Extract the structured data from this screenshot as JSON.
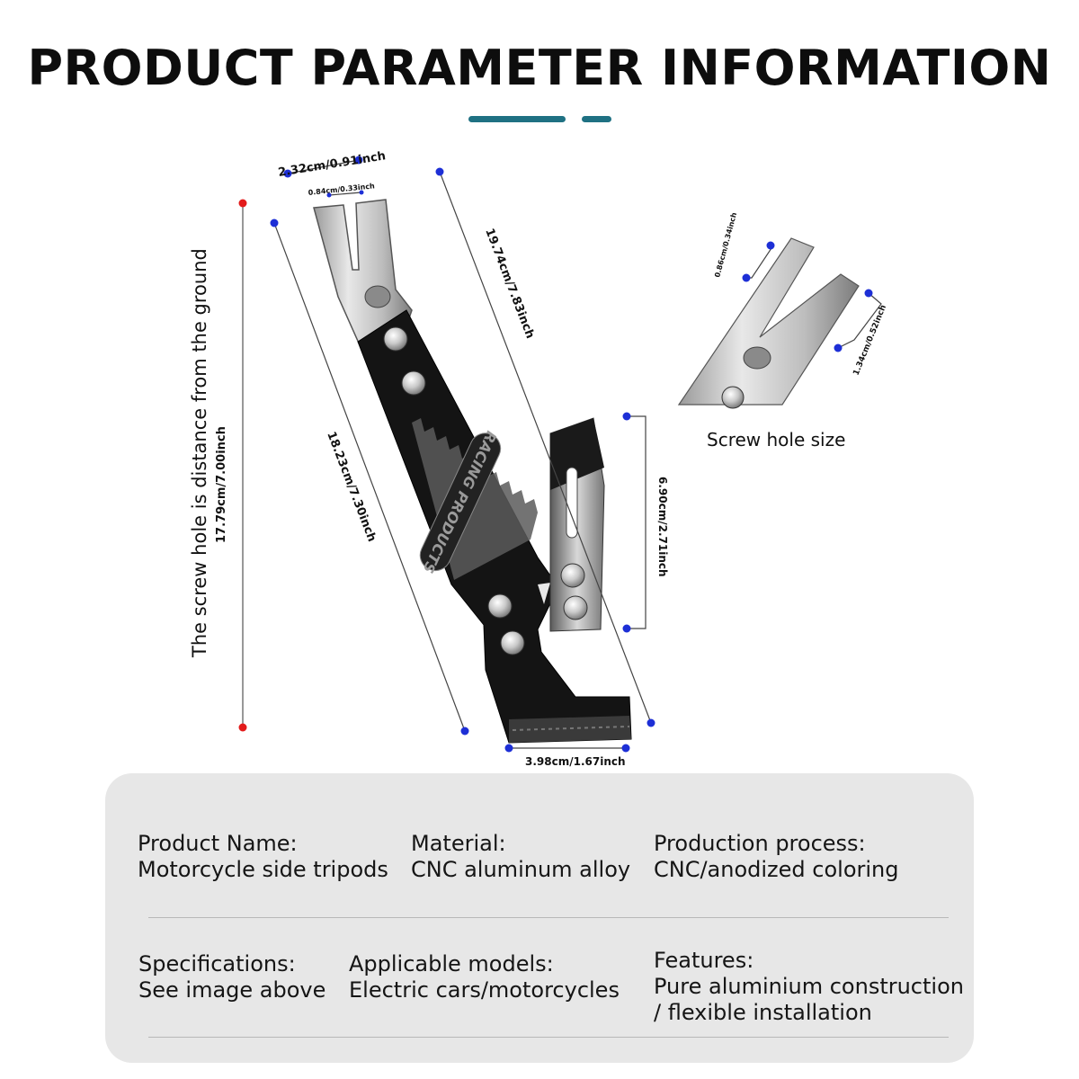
{
  "title": "PRODUCT PARAMETER INFORMATION",
  "colors": {
    "accent": "#1f7183",
    "marker_blue": "#1d2fd6",
    "marker_red": "#e31b1b",
    "panel_bg": "#e7e7e7"
  },
  "dimensions": {
    "top_width": "2.32cm/0.91inch",
    "slot_width": "0.84cm/0.33inch",
    "total_length": "19.74cm/7.83inch",
    "body_length": "18.23cm/7.30inch",
    "ground_distance": "17.79cm/7.00inch",
    "foot_width": "3.98cm/1.67inch",
    "bracket_height": "6.90cm/2.71inch",
    "hole_size_small": "0.86cm/0.34inch",
    "hole_size_large": "1.34cm/0.52inch"
  },
  "ground_caption": "The screw hole is distance from the ground",
  "product_text": "RACING PRODUCTS",
  "screw_hole_caption": "Screw hole size",
  "specs": [
    {
      "label": "Product Name:",
      "value": "Motorcycle side tripods"
    },
    {
      "label": "Material:",
      "value": "CNC aluminum alloy"
    },
    {
      "label": "Production process:",
      "value": "CNC/anodized coloring"
    },
    {
      "label": "Specifications:",
      "value": "See image above"
    },
    {
      "label": "Applicable models:",
      "value": "Electric cars/motorcycles"
    },
    {
      "label": "Features:",
      "value": "Pure aluminium construction",
      "value2": "/ flexible installation"
    }
  ]
}
